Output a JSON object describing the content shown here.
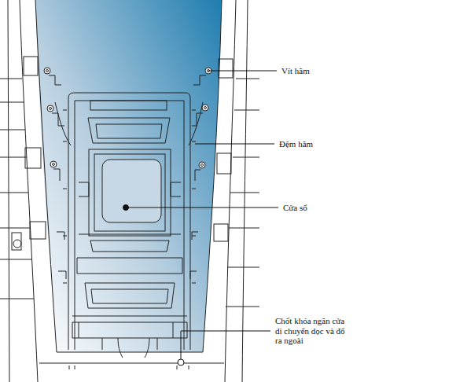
{
  "diagram": {
    "labels": [
      "Vít hãm",
      "Đệm hãm",
      "Cửa sổ",
      "Chốt khóa ngăn cửa di chuyển dọc và đổ ra ngoài"
    ]
  }
}
